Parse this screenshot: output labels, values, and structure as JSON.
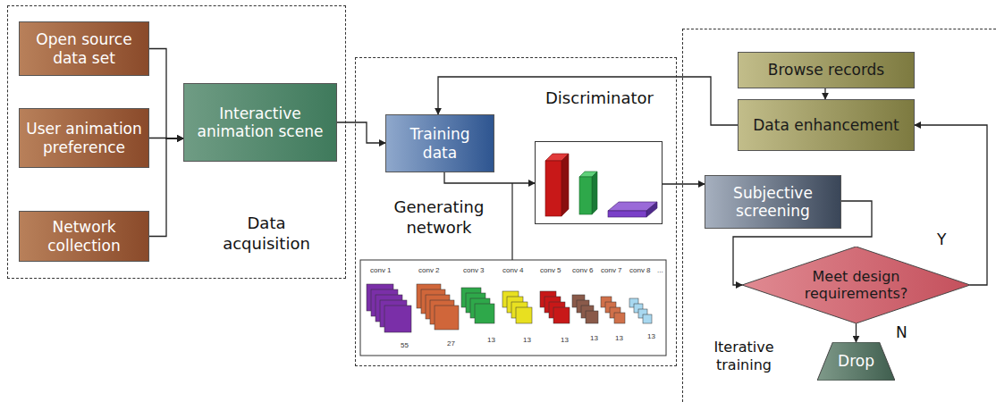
{
  "diagram": {
    "nodes": [
      {
        "text": [
          "Data acquisition"
        ]
      },
      {
        "text": [
          "Open source data set"
        ],
        "in": 0
      },
      {
        "text": [
          "User animation preference"
        ],
        "in": 0
      },
      {
        "text": [
          "Network collection"
        ],
        "in": 0
      },
      {
        "text": [
          "Interactive animation scene"
        ],
        "in": 0
      },
      {
        "text": [
          "Generating network"
        ]
      },
      {
        "text": [
          "Training data"
        ],
        "in": 5
      },
      {
        "text": [
          "Discriminator"
        ],
        "in": 5
      },
      {
        "text": [
          "Iterative training"
        ]
      },
      {
        "text": [
          "Browse records"
        ],
        "in": 8
      },
      {
        "text": [
          "Data enhancement"
        ],
        "in": 8
      },
      {
        "text": [
          "Subjective screening"
        ],
        "in": 8
      },
      {
        "text": [
          "Meet design requirements?"
        ],
        "in": 8
      },
      {
        "text": [
          "Drop"
        ],
        "in": 8
      }
    ],
    "edges": [
      {
        "from": 1,
        "to": 4,
        "arrow": "to"
      },
      {
        "from": 2,
        "to": 4,
        "arrow": "to"
      },
      {
        "from": 3,
        "to": 4,
        "arrow": "to"
      },
      {
        "from": 4,
        "to": 6,
        "arrow": "to"
      },
      {
        "from": 6,
        "to": 7,
        "arrow": "to"
      },
      {
        "from": 7,
        "to": 11,
        "arrow": "to"
      },
      {
        "from": 11,
        "to": 12,
        "arrow": "to"
      },
      {
        "from": 12,
        "to": 10,
        "label": "Y",
        "arrow": "to"
      },
      {
        "from": 12,
        "to": 13,
        "label": "N",
        "arrow": "to"
      },
      {
        "from": 9,
        "to": 10,
        "arrow": "to"
      },
      {
        "from": 10,
        "to": 6,
        "arrow": "to"
      }
    ],
    "labels": [
      "conv 1",
      "conv 2",
      "conv 3",
      "conv 4",
      "conv 5",
      "conv 6",
      "conv 7",
      "conv 8",
      "...",
      "55",
      "27",
      "13",
      "13",
      "13",
      "13",
      "13",
      "13"
    ]
  }
}
